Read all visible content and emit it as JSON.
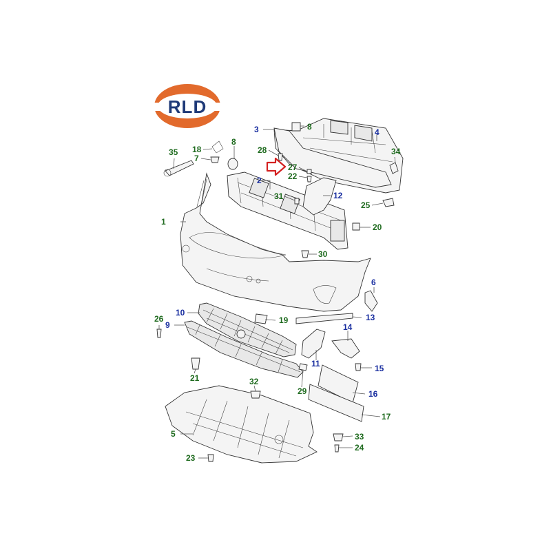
{
  "logo": {
    "text": "RLD",
    "ring_color": "#e26a2c",
    "text_color": "#1f3a78"
  },
  "colors": {
    "blue_label": "#1a2fa0",
    "green_label": "#1f6b1f",
    "arrow": "#d42020"
  },
  "callouts": [
    {
      "id": "l1",
      "text": "1",
      "color": "green"
    },
    {
      "id": "l2",
      "text": "2",
      "color": "blue"
    },
    {
      "id": "l3",
      "text": "3",
      "color": "blue"
    },
    {
      "id": "l4",
      "text": "4",
      "color": "blue"
    },
    {
      "id": "l5",
      "text": "5",
      "color": "green"
    },
    {
      "id": "l6",
      "text": "6",
      "color": "blue"
    },
    {
      "id": "l7",
      "text": "7",
      "color": "green"
    },
    {
      "id": "l8a",
      "text": "8",
      "color": "green"
    },
    {
      "id": "l8b",
      "text": "8",
      "color": "green"
    },
    {
      "id": "l9",
      "text": "9",
      "color": "blue"
    },
    {
      "id": "l10",
      "text": "10",
      "color": "blue"
    },
    {
      "id": "l11",
      "text": "11",
      "color": "blue"
    },
    {
      "id": "l12",
      "text": "12",
      "color": "blue"
    },
    {
      "id": "l13",
      "text": "13",
      "color": "blue"
    },
    {
      "id": "l14",
      "text": "14",
      "color": "blue"
    },
    {
      "id": "l15",
      "text": "15",
      "color": "blue"
    },
    {
      "id": "l16",
      "text": "16",
      "color": "blue"
    },
    {
      "id": "l17",
      "text": "17",
      "color": "green"
    },
    {
      "id": "l18",
      "text": "18",
      "color": "green"
    },
    {
      "id": "l19",
      "text": "19",
      "color": "green"
    },
    {
      "id": "l20",
      "text": "20",
      "color": "green"
    },
    {
      "id": "l21",
      "text": "21",
      "color": "green"
    },
    {
      "id": "l22",
      "text": "22",
      "color": "green"
    },
    {
      "id": "l23",
      "text": "23",
      "color": "green"
    },
    {
      "id": "l24",
      "text": "24",
      "color": "green"
    },
    {
      "id": "l25",
      "text": "25",
      "color": "green"
    },
    {
      "id": "l26",
      "text": "26",
      "color": "green"
    },
    {
      "id": "l27",
      "text": "27",
      "color": "green"
    },
    {
      "id": "l28",
      "text": "28",
      "color": "green"
    },
    {
      "id": "l29",
      "text": "29",
      "color": "green"
    },
    {
      "id": "l30",
      "text": "30",
      "color": "green"
    },
    {
      "id": "l31",
      "text": "31",
      "color": "green"
    },
    {
      "id": "l32",
      "text": "32",
      "color": "green"
    },
    {
      "id": "l33",
      "text": "33",
      "color": "green"
    },
    {
      "id": "l34",
      "text": "34",
      "color": "green"
    },
    {
      "id": "l35",
      "text": "35",
      "color": "green"
    }
  ]
}
